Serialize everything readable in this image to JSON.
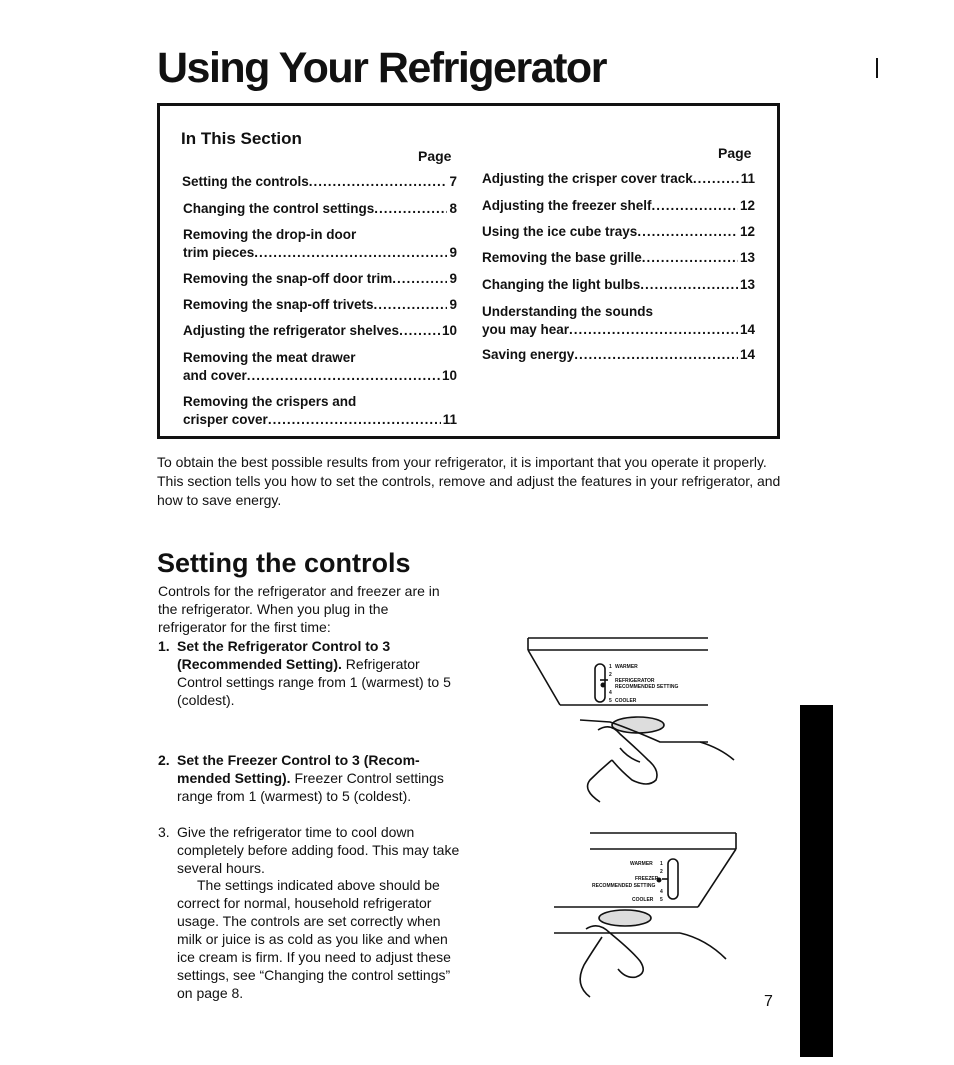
{
  "page_title": "Using Your Refrigerator",
  "toc": {
    "heading": "In This Section",
    "page_label_left": "Page",
    "page_label_right": "Page",
    "left_entries": [
      {
        "line1": "Setting the controls",
        "line2": "",
        "page": "7"
      },
      {
        "line1": "Changing the control settings",
        "line2": "",
        "page": "8"
      },
      {
        "line1": "Removing the drop-in door",
        "line2": "trim pieces",
        "page": "9"
      },
      {
        "line1": "Removing the snap-off door trim",
        "line2": "",
        "page": "9"
      },
      {
        "line1": "Removing the snap-off trivets",
        "line2": "",
        "page": "9"
      },
      {
        "line1": "Adjusting the refrigerator shelves",
        "line2": "",
        "page": "10"
      },
      {
        "line1": "Removing the meat drawer",
        "line2": "and cover",
        "page": "10"
      },
      {
        "line1": "Removing the crispers and",
        "line2": "crisper cover",
        "page": "11"
      }
    ],
    "right_entries": [
      {
        "line1": "Adjusting the crisper cover track",
        "line2": "",
        "page": "11"
      },
      {
        "line1": "Adjusting the freezer shelf",
        "line2": "",
        "page": "12"
      },
      {
        "line1": "Using the ice cube trays",
        "line2": "",
        "page": "12"
      },
      {
        "line1": "Removing the base grille",
        "line2": "",
        "page": "13"
      },
      {
        "line1": "Changing the light bulbs",
        "line2": "",
        "page": "13"
      },
      {
        "line1": "Understanding the sounds",
        "line2": "you may hear",
        "page": "14"
      },
      {
        "line1": "Saving energy",
        "line2": "",
        "page": "14"
      }
    ]
  },
  "intro": "To obtain the best possible results from your refrigerator, it is important that you operate it properly. This section tells you how to set the controls, remove and adjust the features in your refrigerator, and how to save energy.",
  "section": {
    "title": "Setting the controls",
    "lead": "Controls for the refrigerator and freezer are in the refrigerator. When you plug in the refrigerator for the first time:",
    "steps": [
      {
        "num": "1.",
        "bold": "Set the Refrigerator Control to 3 (Recommended Setting).",
        "text": " Refrigerator Control settings range from 1 (warmest) to 5 (coldest)."
      },
      {
        "num": "2.",
        "bold": "Set the Freezer Control to 3 (Recom-mended Setting).",
        "text": " Freezer Control settings range from 1 (warmest) to 5 (coldest)."
      },
      {
        "num": "3.",
        "bold": "",
        "text": "Give the refrigerator time to cool down completely before adding food. This may take several hours."
      }
    ],
    "note": "The settings indicated above should be correct for normal, household refrigerator usage. The controls are set correctly when milk or juice is as cold as you like and when ice cream is firm. If you need to adjust these settings, see “Changing the control settings” on page 8."
  },
  "figure_refrigerator": {
    "labels": [
      "1",
      "WARMER",
      "2",
      "REFRIGERATOR",
      "RECOMMENDED SETTING",
      "4",
      "5",
      "COOLER"
    ]
  },
  "figure_freezer": {
    "labels": [
      "WARMER",
      "1",
      "2",
      "FREEZER",
      "RECOMMENDED SETTING",
      "4",
      "COOLER",
      "5"
    ]
  },
  "page_number": "7"
}
